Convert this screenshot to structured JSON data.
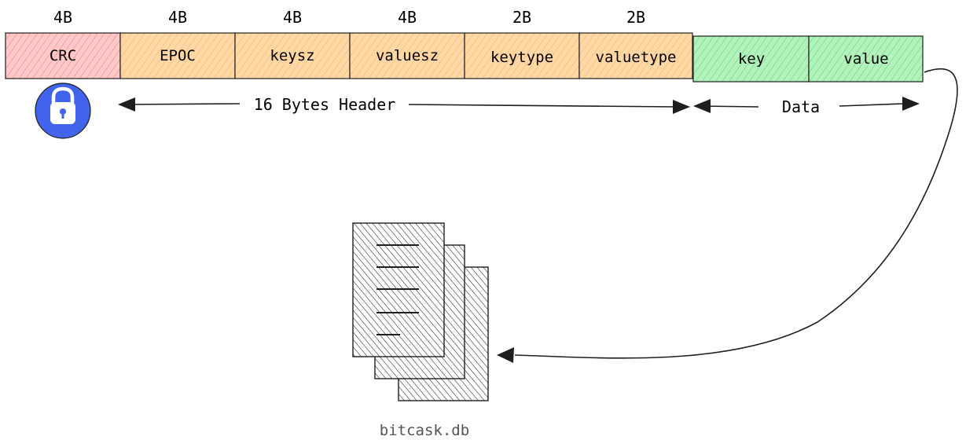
{
  "fields": [
    {
      "label": "CRC",
      "size": "4B",
      "color": "#ffc9c9",
      "stroke": "#e03131"
    },
    {
      "label": "EPOC",
      "size": "4B",
      "color": "#ffd8a8",
      "stroke": "#f08c00"
    },
    {
      "label": "keysz",
      "size": "4B",
      "color": "#ffd8a8",
      "stroke": "#f08c00"
    },
    {
      "label": "valuesz",
      "size": "4B",
      "color": "#ffd8a8",
      "stroke": "#f08c00"
    },
    {
      "label": "keytype",
      "size": "2B",
      "color": "#ffd8a8",
      "stroke": "#f08c00"
    },
    {
      "label": "valuetype",
      "size": "2B",
      "color": "#ffd8a8",
      "stroke": "#f08c00"
    },
    {
      "label": "key",
      "size": "",
      "color": "#b2f2bb",
      "stroke": "#2f9e44"
    },
    {
      "label": "value",
      "size": "",
      "color": "#b2f2bb",
      "stroke": "#2f9e44"
    }
  ],
  "header_range": {
    "label": "16 Bytes Header"
  },
  "data_range": {
    "label": "Data"
  },
  "crc_icon": {
    "name": "lock-icon",
    "color": "#4263eb"
  },
  "file": {
    "label": "bitcask.db",
    "icon": "document-stack-icon"
  }
}
